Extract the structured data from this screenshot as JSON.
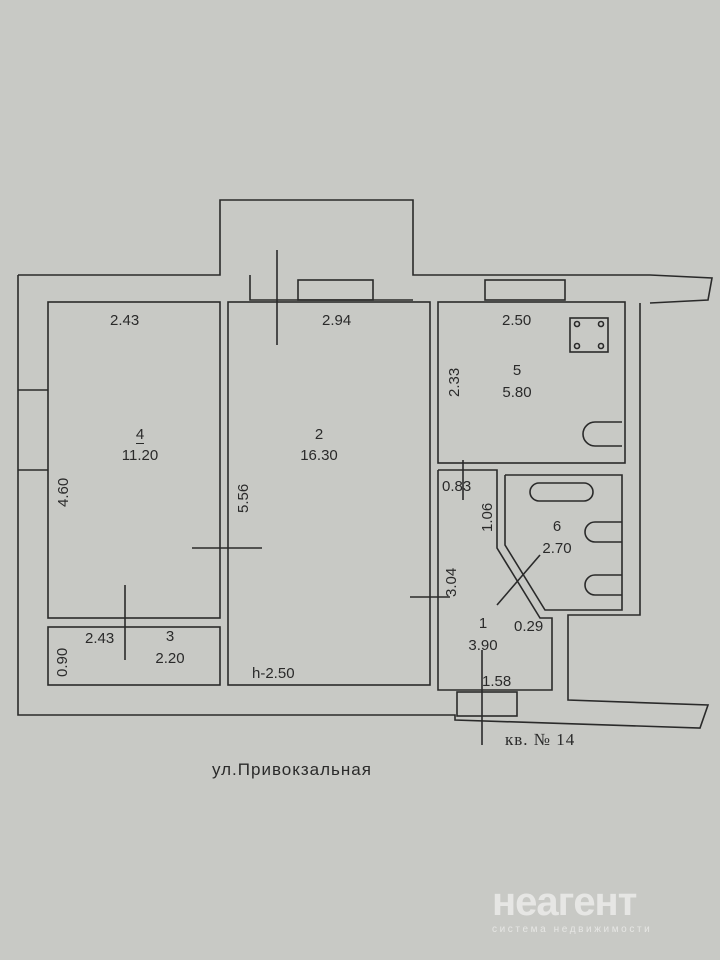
{
  "rooms": [
    {
      "id": "1",
      "area": "3.90"
    },
    {
      "id": "2",
      "area": "16.30"
    },
    {
      "id": "3",
      "area": "2.20"
    },
    {
      "id": "4",
      "area": "11.20"
    },
    {
      "id": "5",
      "area": "5.80"
    },
    {
      "id": "6",
      "area": "2.70"
    }
  ],
  "dimensions": {
    "room4_width": "2.43",
    "room4_length": "4.60",
    "room2_width": "2.94",
    "room2_length": "5.56",
    "room2_height": "h-2.50",
    "room5_width": "2.50",
    "room5_length": "2.33",
    "room3_width": "2.43",
    "room3_length": "0.90",
    "corridor_top": "0.83",
    "corridor_side": "1.06",
    "room1_length": "3.04",
    "room1_width": "1.58",
    "diagonal": "0.29"
  },
  "street": "ул.Привокзальная",
  "apartment": "кв. № 14",
  "logo": {
    "name": "неагент",
    "tagline": "система недвижимости"
  },
  "colors": {
    "background": "#c8c9c5",
    "ink": "#2a2a2a",
    "logo": "#e6e6e4"
  }
}
